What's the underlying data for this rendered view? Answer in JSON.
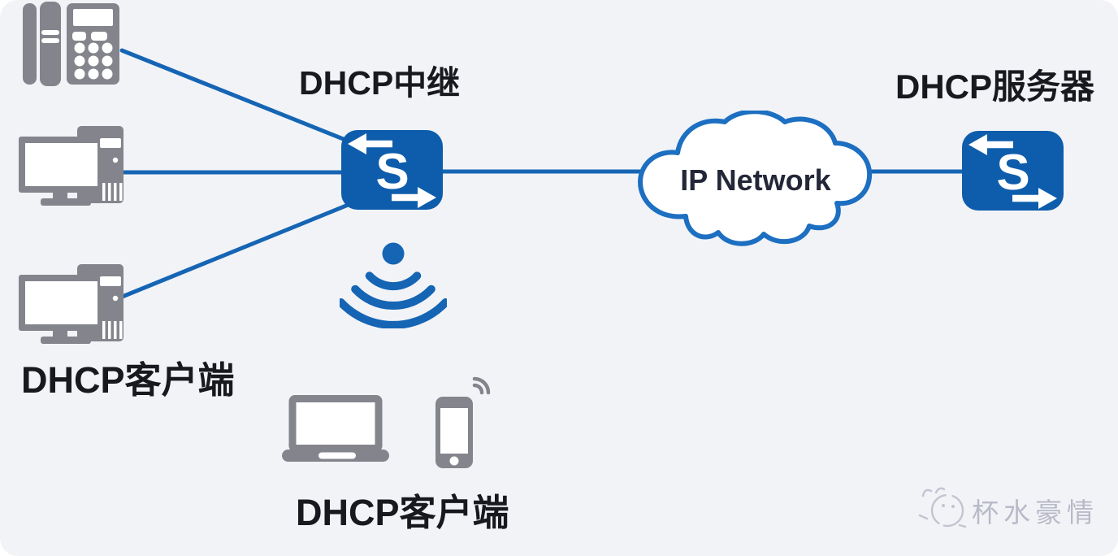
{
  "labels": {
    "relay": "DHCP中继",
    "server": "DHCP服务器",
    "clients_left": "DHCP客户端",
    "clients_bottom": "DHCP客户端",
    "cloud": "IP Network",
    "switch_letter": "S"
  },
  "watermark": {
    "text": "杯水豪情",
    "icon": "cat-logo-icon"
  },
  "icons": {
    "phone": "desk-phone-icon",
    "pc1": "desktop-pc-icon",
    "pc2": "desktop-pc-icon",
    "relay_switch": "switch-icon",
    "server_switch": "switch-icon",
    "wifi": "wifi-signal-icon",
    "cloud": "network-cloud-icon",
    "laptop": "laptop-icon",
    "smartphone": "smartphone-icon"
  },
  "colors": {
    "line": "#1565b4",
    "switch_fill": "#0e5dac",
    "cloud_stroke": "#1c6fc1",
    "cloud_fill": "#ffffff",
    "device_gray": "#84858c",
    "label_text": "#18181f",
    "cloud_text": "#232738",
    "watermark": "#b9bac8",
    "panel_bg": "#f2f3f7"
  },
  "connections": [
    {
      "from": "ip-phone",
      "to": "dhcp-relay-switch"
    },
    {
      "from": "pc-1",
      "to": "dhcp-relay-switch"
    },
    {
      "from": "pc-2",
      "to": "dhcp-relay-switch"
    },
    {
      "from": "dhcp-relay-switch",
      "to": "ip-network-cloud"
    },
    {
      "from": "ip-network-cloud",
      "to": "dhcp-server-switch"
    }
  ]
}
